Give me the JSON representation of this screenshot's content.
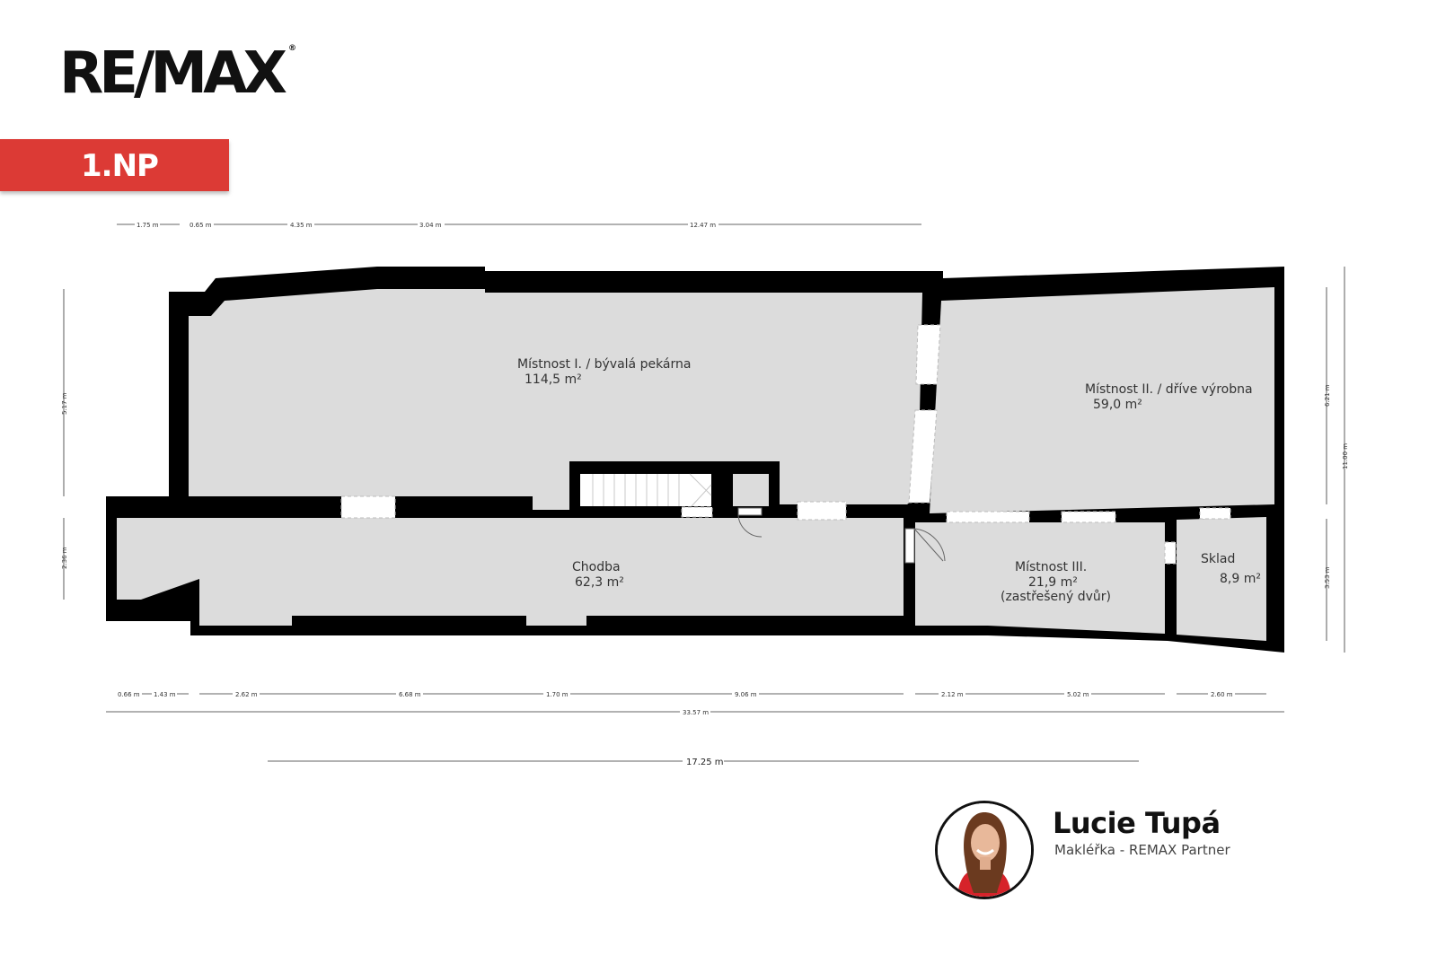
{
  "brand": {
    "name": "RE/MAX",
    "mark": "®"
  },
  "floor": {
    "label": "1.NP"
  },
  "rooms": [
    {
      "name": "Místnost I. / bývalá pekárna",
      "area": "114,5 m²",
      "extra": ""
    },
    {
      "name": "Místnost II. / dříve výrobna",
      "area": "59,0 m²",
      "extra": ""
    },
    {
      "name": "Chodba",
      "area": "62,3 m²",
      "extra": ""
    },
    {
      "name": "Místnost III.",
      "area": "21,9 m²",
      "extra": "(zastřešený dvůr)"
    },
    {
      "name": "Sklad",
      "area": "8,9 m²",
      "extra": ""
    }
  ],
  "dimensions": {
    "top": [
      "1.75 m",
      "0.65 m",
      "4.35 m",
      "3.04 m",
      "12.47 m"
    ],
    "bottom": [
      "0.66 m",
      "1.43 m",
      "2.62 m",
      "6.68 m",
      "1.70 m",
      "9.06 m",
      "2.12 m",
      "5.02 m",
      "2.60 m"
    ],
    "total": "33.57 m",
    "extra": "17.25 m",
    "left": [
      "5.17 m",
      "2.36 m"
    ],
    "right": [
      "6.21 m",
      "3.53 m"
    ],
    "right_total": "11.00 m"
  },
  "agent": {
    "name": "Lucie Tupá",
    "role": "Makléřka - REMAX Partner"
  },
  "colors": {
    "accent": "#dc3a35",
    "wall": "#000000",
    "floor": "#dcdcdc"
  }
}
